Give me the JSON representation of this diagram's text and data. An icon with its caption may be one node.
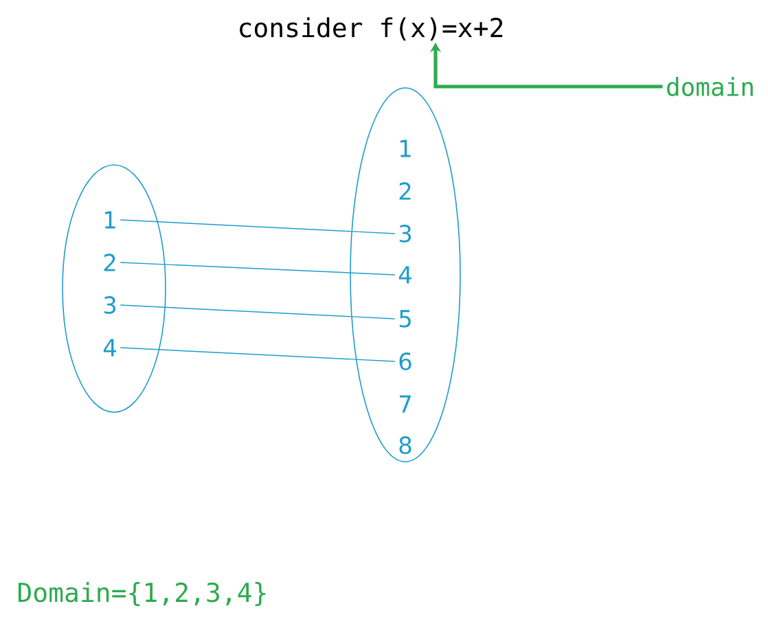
{
  "diagram": {
    "title": "consider f(x)=x+2",
    "nodes": [
      {
        "text": [],
        "shape": "ellipse"
      },
      {
        "text": [
          "1"
        ],
        "in": 0
      },
      {
        "text": [
          "2"
        ],
        "in": 0
      },
      {
        "text": [
          "3"
        ],
        "in": 0
      },
      {
        "text": [
          "4"
        ],
        "in": 0
      },
      {
        "text": [],
        "shape": "ellipse"
      },
      {
        "text": [
          "1"
        ],
        "in": 5
      },
      {
        "text": [
          "2"
        ],
        "in": 5
      },
      {
        "text": [
          "3"
        ],
        "in": 5
      },
      {
        "text": [
          "4"
        ],
        "in": 5
      },
      {
        "text": [
          "5"
        ],
        "in": 5
      },
      {
        "text": [
          "6"
        ],
        "in": 5
      },
      {
        "text": [
          "7"
        ],
        "in": 5
      },
      {
        "text": [
          "8"
        ],
        "in": 5
      },
      {
        "text": [
          "domain"
        ]
      }
    ],
    "edges": [
      {
        "from": 1,
        "to": 8,
        "arrow": "none"
      },
      {
        "from": 2,
        "to": 9,
        "arrow": "none"
      },
      {
        "from": 3,
        "to": 10,
        "arrow": "none"
      },
      {
        "from": 4,
        "to": 11,
        "arrow": "none"
      },
      {
        "from": 14,
        "to": null,
        "arrow": "to",
        "style": "thick",
        "color": "#2eaa4f"
      }
    ],
    "labels": [
      "Domain={1,2,3,4}"
    ]
  }
}
